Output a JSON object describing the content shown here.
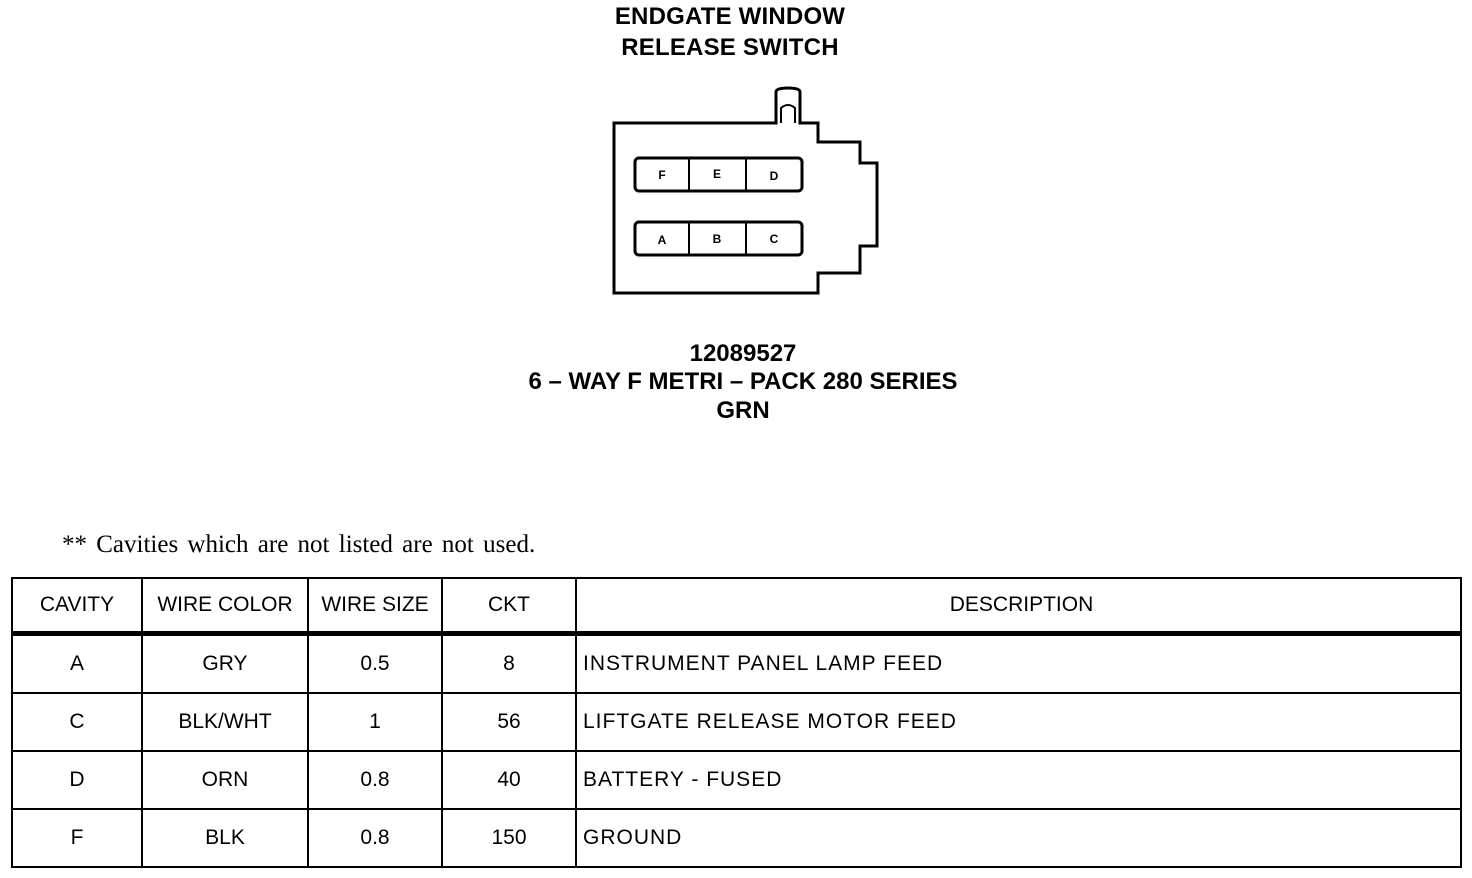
{
  "title": [
    "ENDGATE WINDOW",
    "RELEASE SWITCH"
  ],
  "connector": {
    "top_row": [
      "F",
      "E",
      "D"
    ],
    "bottom_row": [
      "A",
      "B",
      "C"
    ]
  },
  "part": {
    "number": "12089527",
    "type": "6 – WAY F METRI – PACK 280 SERIES",
    "color": "GRN"
  },
  "note": "** Cavities which are not listed are not used.",
  "table": {
    "headers": [
      "CAVITY",
      "WIRE COLOR",
      "WIRE SIZE",
      "CKT",
      "DESCRIPTION"
    ],
    "rows": [
      [
        "A",
        "GRY",
        "0.5",
        "8",
        "INSTRUMENT PANEL LAMP FEED"
      ],
      [
        "C",
        "BLK/WHT",
        "1",
        "56",
        "LIFTGATE RELEASE MOTOR FEED"
      ],
      [
        "D",
        "ORN",
        "0.8",
        "40",
        "BATTERY - FUSED"
      ],
      [
        "F",
        "BLK",
        "0.8",
        "150",
        "GROUND"
      ]
    ]
  }
}
